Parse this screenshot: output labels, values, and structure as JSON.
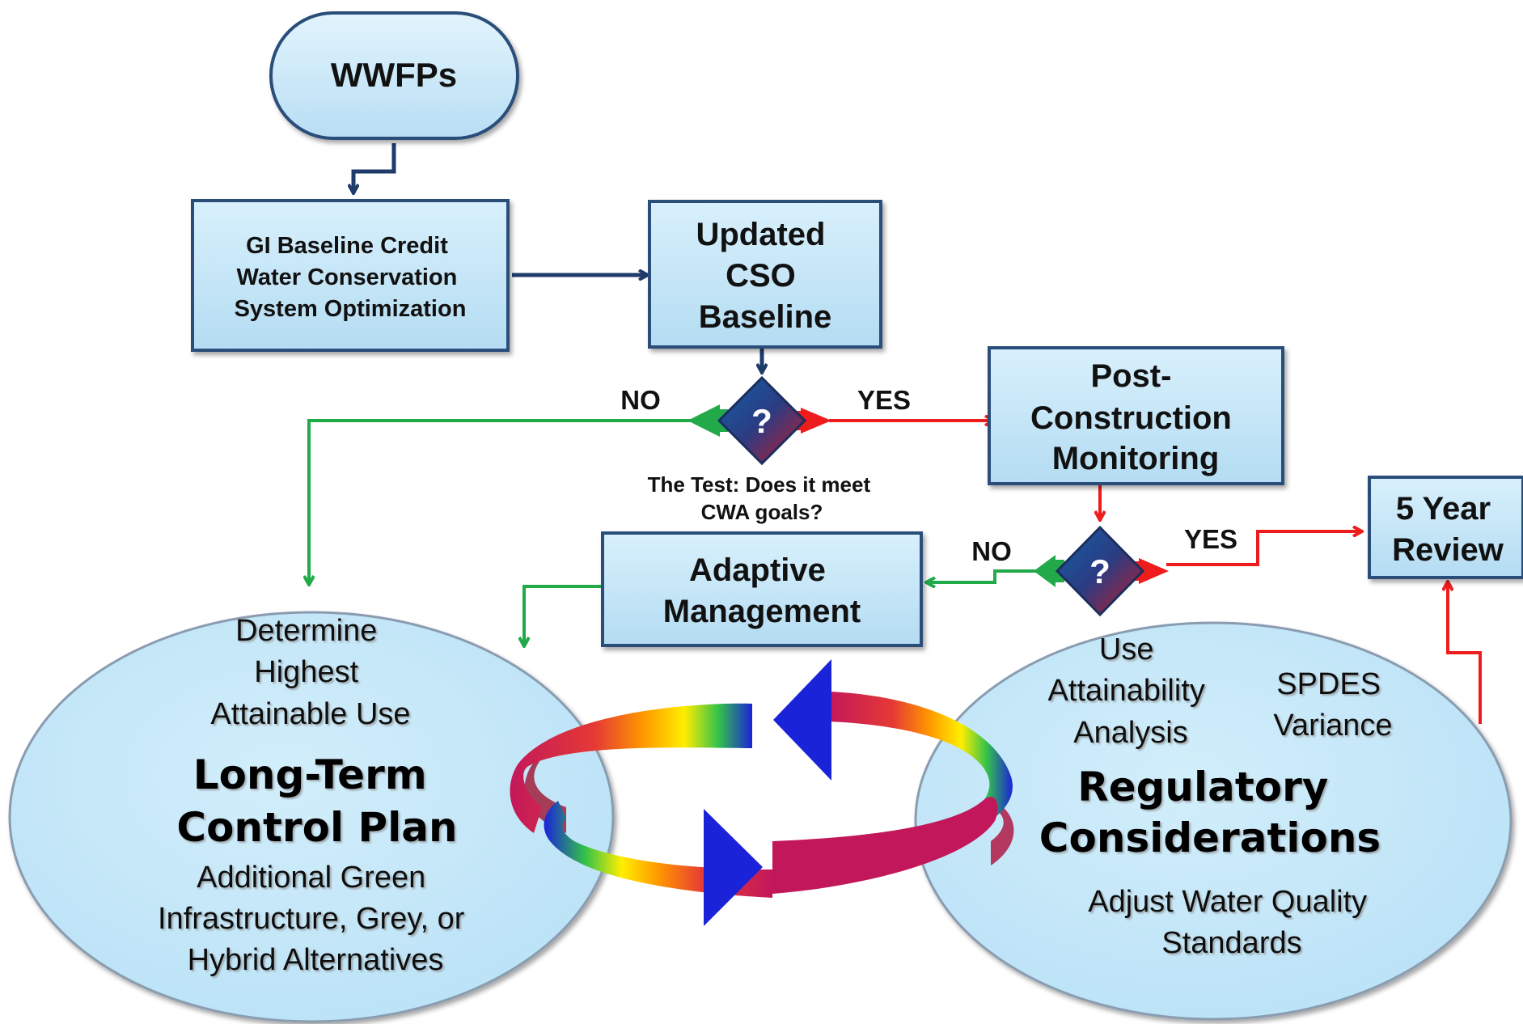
{
  "nodes": {
    "wwfps": "WWFPs",
    "baseline_credit": [
      "GI Baseline Credit",
      "Water Conservation",
      "System Optimization"
    ],
    "updated_cso": [
      "Updated",
      "CSO",
      "Baseline"
    ],
    "post_construction": [
      "Post-",
      "Construction",
      "Monitoring"
    ],
    "five_year_review": [
      "5 Year",
      "Review"
    ],
    "adaptive_management": [
      "Adaptive",
      "Management"
    ]
  },
  "decisions": {
    "test_1": {
      "symbol": "?",
      "no": "NO",
      "yes": "YES",
      "caption": [
        "The Test: Does it meet",
        "CWA goals?"
      ]
    },
    "test_2": {
      "symbol": "?",
      "no": "NO",
      "yes": "YES"
    }
  },
  "ltcp": {
    "top": [
      "Determine",
      "Highest",
      "Attainable Use"
    ],
    "title": [
      "Long-Term",
      "Control Plan"
    ],
    "bottom": [
      "Additional Green",
      "Infrastructure, Grey, or",
      "Hybrid Alternatives"
    ]
  },
  "regulatory": {
    "uaa": [
      "Use",
      "Attainability",
      "Analysis"
    ],
    "spdes": [
      "SPDES",
      "Variance"
    ],
    "title": [
      "Regulatory",
      "Considerations"
    ],
    "bottom": [
      "Adjust Water Quality",
      "Standards"
    ]
  },
  "colors": {
    "box_fill": "#c5e6f8",
    "box_border": "#2a4d7a",
    "navy_arrow": "#1f3b6a",
    "green_arrow": "#22aa4a",
    "red_arrow": "#ee1c1c",
    "ellipse_fill": "#c5e8fa"
  }
}
